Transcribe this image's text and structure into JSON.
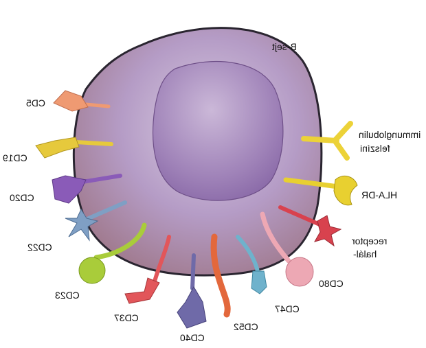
{
  "title": "B-sejt",
  "labels": {
    "cd5": "CD5",
    "cd19": "CD19",
    "cd20": "CD20",
    "cd22": "CD22",
    "cd23": "CD23",
    "cd37": "CD37",
    "cd40": "CD40",
    "cd52": "CD52",
    "cd47": "CD47",
    "cd80": "CD80",
    "receptor_line1": "receptor",
    "receptor_line2": "halál-",
    "hla": "HLA-DR",
    "ig_line1": "immunglobulin",
    "ig_line2": "felszíni"
  },
  "colors": {
    "cytoplasm": "#b49bc4",
    "nucleus": "#9d7fb6",
    "membrane": "#2a2530",
    "cd5": "#ef9a72",
    "cd19": "#e6c93c",
    "cd20": "#8a5bb8",
    "cd22": "#7f9fc4",
    "cd23": "#a9cc3a",
    "cd37": "#e2565a",
    "cd40": "#6f6aa8",
    "cd52": "#e3683c",
    "cd47": "#6fb2cc",
    "cd80": "#eda8b4",
    "receptor": "#d8424e",
    "hla": "#e8d030",
    "ig": "#ecd238"
  }
}
